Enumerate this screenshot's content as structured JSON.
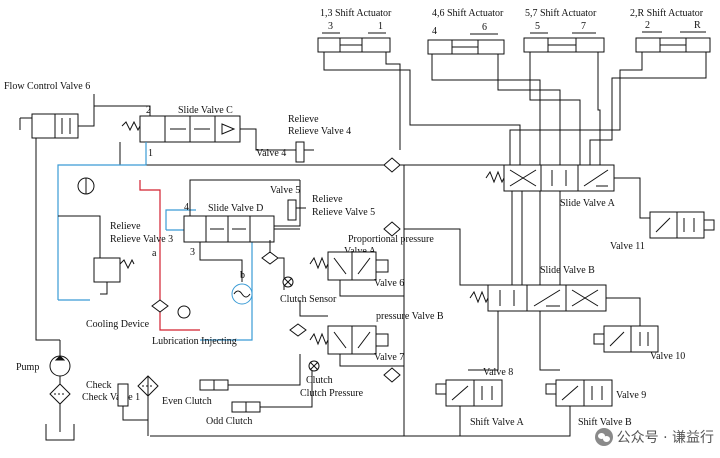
{
  "diagram": {
    "labels": {
      "flow_control_valve_6": "Flow Control Valve 6",
      "slide_valve_c": "Slide Valve C",
      "relieve_valve_4": "Relieve Valve 4",
      "valve_4": "Valve 4",
      "relieve_valve_3": "Relieve Valve 3",
      "slide_valve_d": "Slide Valve D",
      "valve_5": "Valve 5",
      "relieve_valve_5": "Relieve Valve 5",
      "proportional_pressure": "Proportional pressure",
      "valve_a": "Valve A",
      "valve_6": "Valve 6",
      "clutch_sensor": "Clutch Sensor",
      "pressure_valve_b": "pressure Valve B",
      "valve_7": "Valve 7",
      "clutch_pressure": "Clutch Pressure",
      "cooling_device": "Cooling Device",
      "lubrication_injecting": "Lubrication Injecting",
      "pump": "Pump",
      "check_valve_1": "Check Valve 1",
      "even_clutch": "Even Clutch",
      "odd_clutch": "Odd Clutch",
      "slide_valve_a": "Slide Valve A",
      "valve_11": "Valve 11",
      "slide_valve_b": "Slide Valve B",
      "valve_10": "Valve 10",
      "valve_8": "Valve 8",
      "valve_9": "Valve 9",
      "shift_valve_a": "Shift Valve A",
      "shift_valve_b": "Shift Valve B"
    },
    "actuators": [
      {
        "title": "1,3 Shift Actuator",
        "left": "3",
        "right": "1"
      },
      {
        "title": "4,6 Shift Actuator",
        "left": "4",
        "right": "6"
      },
      {
        "title": "5,7 Shift Actuator",
        "left": "5",
        "right": "7"
      },
      {
        "title": "2,R Shift Actuator",
        "left": "2",
        "right": "R"
      }
    ],
    "port_numbers": {
      "c_2": "2",
      "c_1": "1",
      "d_4": "4",
      "d_3": "3",
      "line_a": "a",
      "line_b": "b"
    },
    "colors": {
      "line": "#111111",
      "cooling_loop": "#3a9bd5",
      "lubrication_loop": "#d2202f"
    }
  },
  "watermark": {
    "text": "公众号 · 谦益行",
    "icon": "wechat-logo-icon"
  }
}
